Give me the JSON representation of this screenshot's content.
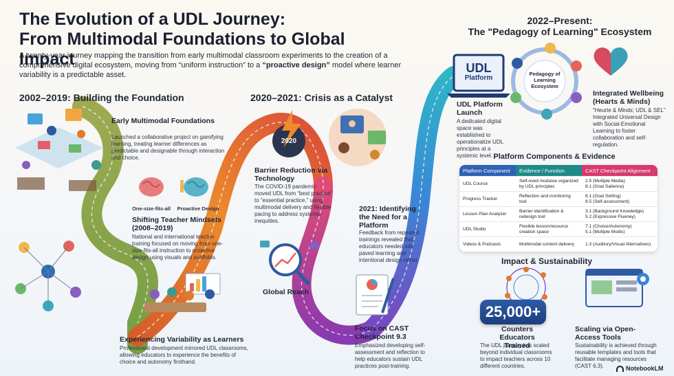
{
  "title": {
    "line1": "The Evolution of a UDL Journey:",
    "line2": "From Multimodal Foundations to Global Impact"
  },
  "intro": {
    "part1": "A twenty-year journey mapping the transition from early multimodal classroom experiments to the creation of a comprehensive digital ecosystem, moving from “uniform instruction” to a ",
    "bold": "“proactive design”",
    "part2": " model where learner variability is a predictable asset."
  },
  "sections": {
    "foundation": "2002–2019: Building the Foundation",
    "crisis": "2020–2021: Crisis as a Catalyst",
    "present_line1": "2022–Present:",
    "present_line2": "The \"Pedagogy of Learning\" Ecosystem"
  },
  "blocks": {
    "early": {
      "heading": "Early Multimodal Foundations",
      "text": "Launched a collaborative project on gamifying learning, treating learner differences as predictable and designable through interaction and choice."
    },
    "mindsets": {
      "heading": "Shifting Teacher Mindsets (2008–2019)",
      "text": "National and international teacher training focused on moving from one-size-fits-all instruction to proactive design using visuals and scaffolds.",
      "label_left": "One-size-fits-all",
      "label_right": "Proactive Design"
    },
    "variability": {
      "heading": "Experiencing Variability as Learners",
      "text": "Professional development mirrored UDL classrooms, allowing educators to experience the benefits of choice and autonomy firsthand."
    },
    "barrier": {
      "badge": "2020",
      "heading": "Barrier Reduction via Technology",
      "text": "The COVID-19 pandemic moved UDL from “best practice” to “essential practice,” using multimodal delivery and flexible pacing to address systemic inequities."
    },
    "need": {
      "heading": "2021: Identifying the Need for a Platform",
      "text": "Feedback from repeated trainings revealed that educators needed self-paved learning and intentional design rather"
    },
    "global": {
      "label": "Global Reach"
    },
    "cast93": {
      "heading": "Focus on CAST Checkpoint 9.3",
      "text": "Emphasized developing self-assessment and reflection to help educators sustain UDL practices post-training."
    },
    "platform": {
      "screen_big": "UDL",
      "screen_small": "Platform",
      "heading": "UDL Platform Launch",
      "text": "A dedicated digital space was established to operationalize UDL principles at a systemic level."
    },
    "ecosystem": {
      "center": "Pedagogy of Learning Ecosystem"
    },
    "wellbeing": {
      "heading": "Integrated Wellbeing (Hearts & Minds)",
      "text": "“Heurte & Minds; UDL & SEL” Integrated Universal Design with Social-Emotional Learning to foster collaboration and self-regulation."
    },
    "impact": {
      "heading": "Impact & Sustainability"
    },
    "counters": {
      "value": "25,000+",
      "heading": "Counters Educators Trained",
      "text": "The UDL journey has scaled beyond individual classrooms to impact teachers across 10 different countries."
    },
    "scaling": {
      "heading": "Scaling via Open-Access Tools",
      "text": "Sustainability is achieved through reusable templates and tools that facilitate managing resources (CAST 6.3)."
    }
  },
  "table": {
    "title": "Platform Components & Evidence",
    "headers": [
      "Platform Component",
      "Evidence / Function",
      "CAST Checkpoint Alignment"
    ],
    "header_colors": [
      "#2f61b5",
      "#1f8a8a",
      "#d63a6e"
    ],
    "rows": [
      [
        "UDL Course",
        "Self-oved moduioe organized by UDL principles",
        "2.5 (Multiple Media)\n8.1 (Goal Salience)"
      ],
      [
        "Progress Tracker",
        "Reflection and monitoring tool",
        "6.1 (Goal Setting)\n8.5 (Self-assessment)"
      ],
      [
        "Lesson Plan Analyzer",
        "Barrier identification & redesign tool",
        "3.1 (Background Knowledge)\n5.2 (Expressive Flueney)"
      ],
      [
        "UDL Studio",
        "Flexible lesson/resource creation space",
        "7.1 (Choice/Autonomy)\n5.1 (Multiple Modis)"
      ],
      [
        "Videos & Podcasts",
        "Multimodal content delivery",
        "1.3 (Auditory/Visual Alternatives)"
      ]
    ]
  },
  "logo": "NotebookLM",
  "colors": {
    "path_green": "#8aa63c",
    "path_orange": "#e8782a",
    "path_magenta": "#b23a9a",
    "path_blue": "#2f7fd0",
    "accent_navy": "#1c3f7c"
  }
}
